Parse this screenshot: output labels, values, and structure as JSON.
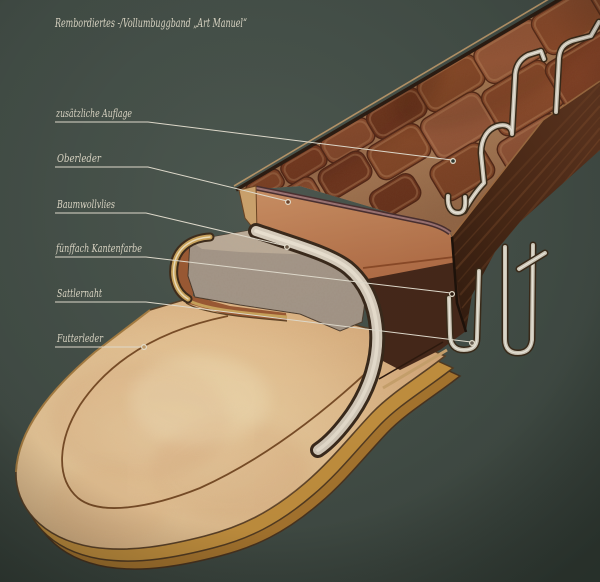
{
  "title": "Rembordiertes -/Vollumbuggband „Art Manuel“",
  "labels": [
    {
      "id": "zusaetzliche-auflage",
      "text": "zusätzliche Auflage"
    },
    {
      "id": "oberleder",
      "text": "Oberleder"
    },
    {
      "id": "baumwollvlies",
      "text": "Baumwollvlies"
    },
    {
      "id": "fuenffach-kantenfarbe",
      "text": "fünffach Kantenfarbe"
    },
    {
      "id": "sattlernaht",
      "text": "Sattlernaht"
    },
    {
      "id": "futterleder",
      "text": "Futterleder"
    }
  ],
  "colors": {
    "background": "#434e47",
    "annotation_text": "#d8d3c2",
    "leader_line": "#ddd8ca",
    "croc_leather": "#99522f",
    "croc_groove": "#bd8a60",
    "oberleder_smooth": "#bb7a50",
    "edge_paint_dark": "#3c2214",
    "cotton_fleece": "#a59786",
    "fold_wrap": "#d6ccbc",
    "lining_leather": "#e6c496",
    "lining_edge_gold": "#c4913f",
    "stitch_thread": "#cfc8b8",
    "seam_line": "#9a7272"
  }
}
